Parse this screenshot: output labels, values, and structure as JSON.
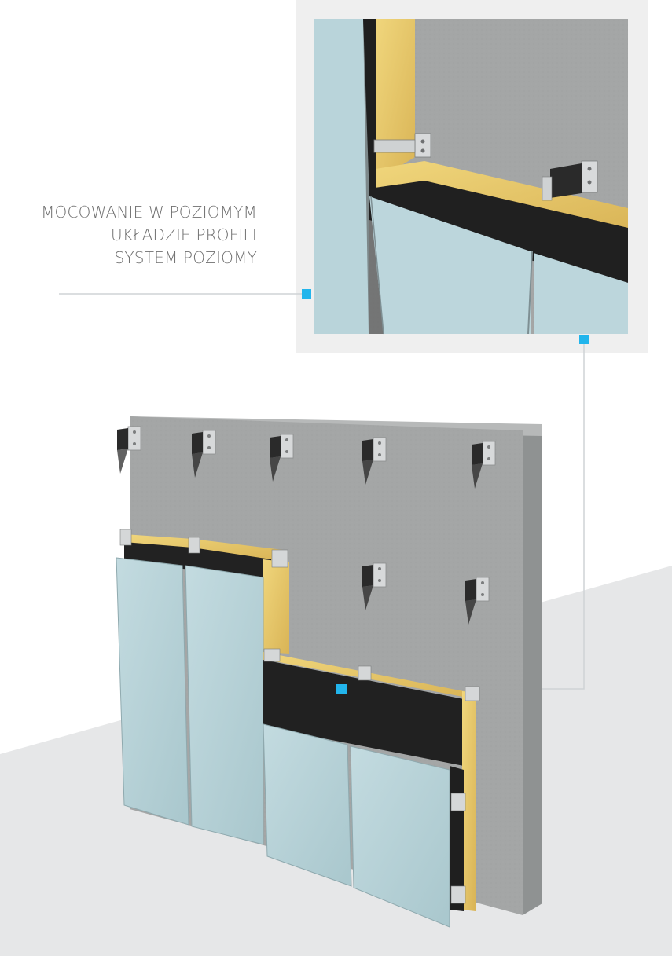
{
  "caption": {
    "line1": "MOCOWANIE W POZIOMYM",
    "line2": "UKŁADZIE PROFILI",
    "line3": "SYSTEM POZIOMY"
  },
  "colors": {
    "accent": "#22b5ec",
    "concrete": "#9da0a0",
    "insulation": "#e8c86a",
    "membrane": "#1f1f1f",
    "cladding": "#b8d3d8",
    "ground": "#e6e7e8",
    "frame": "#efefef"
  },
  "icons": {
    "marker": "square-marker",
    "bracket": "wall-bracket-icon"
  }
}
